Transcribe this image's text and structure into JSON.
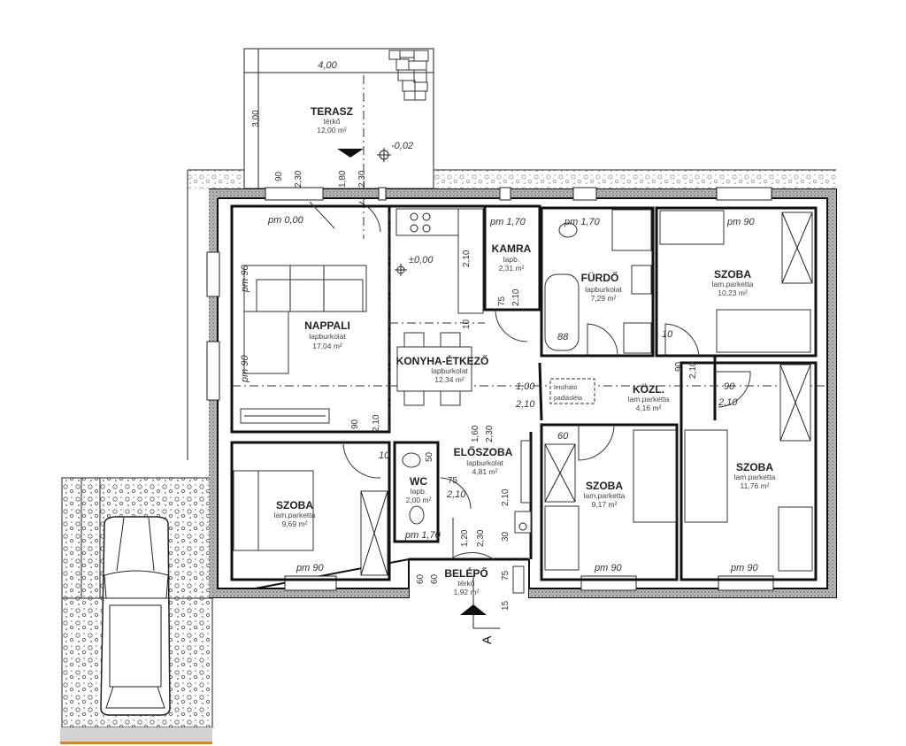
{
  "colors": {
    "line": "#111111",
    "hatch": "#9a9a9a",
    "ground_strip": "#d4d4d4",
    "ground_edge": "#c98a3a"
  },
  "rooms": [
    {
      "name": "TERASZ",
      "floor": "térkő",
      "area": "12,00 m²"
    },
    {
      "name": "NAPPALI",
      "floor": "lapburkolat",
      "area": "17,04 m²"
    },
    {
      "name": "KONYHA-ÉTKEZŐ",
      "floor": "lapburkolat",
      "area": "12,34 m²"
    },
    {
      "name": "KAMRA",
      "floor": "lapb.",
      "area": "2,31 m²"
    },
    {
      "name": "FÜRDŐ",
      "floor": "lapburkolat",
      "area": "7,29 m²"
    },
    {
      "name": "SZOBA",
      "floor": "lam.parketta",
      "area": "10,23 m²"
    },
    {
      "name": "KÖZL.",
      "floor": "lam.parketta",
      "area": "4,16 m²"
    },
    {
      "name": "SZOBA",
      "floor": "lam.parketta",
      "area": "11,76 m²"
    },
    {
      "name": "SZOBA",
      "floor": "lam.parketta",
      "area": "9,17 m²"
    },
    {
      "name": "ELŐSZOBA",
      "floor": "lapburkolat",
      "area": "4,81 m²"
    },
    {
      "name": "WC",
      "floor": "lapb.",
      "area": "2,00 m²"
    },
    {
      "name": "SZOBA",
      "floor": "lam.parketta",
      "area": "9,69 m²"
    },
    {
      "name": "BELÉPŐ",
      "floor": "térkő",
      "area": "1,92 m²"
    }
  ],
  "levels": {
    "terrace": "-0,02",
    "interior": "±0,00"
  },
  "attic_hatch": [
    "letolható",
    "padlásléta"
  ],
  "section_mark": "A",
  "dims": {
    "terrace_width": "4,00",
    "terrace_depth": "3,00",
    "d_90a": "90",
    "d_230a": "2,30",
    "d_180": "1,80",
    "d_230b": "2,30",
    "pm_000": "pm 0,00",
    "pm_170a": "pm 1,70",
    "pm_170b": "pm 1,70",
    "pm_90_top": "pm 90",
    "pm_90_left1": "pm 90",
    "pm_90_left2": "pm 90",
    "d_210_kitchen": "2,10",
    "d_10": "10",
    "d_75_kamra": "75",
    "d_210_kamra": "2,10",
    "d_88": "88",
    "d_10b": "10",
    "d_100": "1,00",
    "d_210_kk": "2,10",
    "d_90_kozl": "90",
    "d_210_kozl": "2,10",
    "d_90_room": "90",
    "d_210_room": "2,10",
    "d_90_nap": "90",
    "d_210_nap": "2,10",
    "d_160": "1,60",
    "d_230c": "2,30",
    "d_60": "60",
    "d_10c": "10",
    "d_50": "50",
    "d_75_wc": "75",
    "d_210_wc": "2,10",
    "d_210_elo": "2,10",
    "d_120": "1,20",
    "d_230d": "2,30",
    "d_30": "30",
    "pm_170_wc": "pm 1,70",
    "d_60a": "60",
    "d_60b": "60",
    "d_75_bel": "75",
    "d_15": "15",
    "pm_90_szoba_l": "pm 90",
    "pm_90_szoba_m": "pm 90",
    "pm_90_szoba_r": "pm 90"
  }
}
